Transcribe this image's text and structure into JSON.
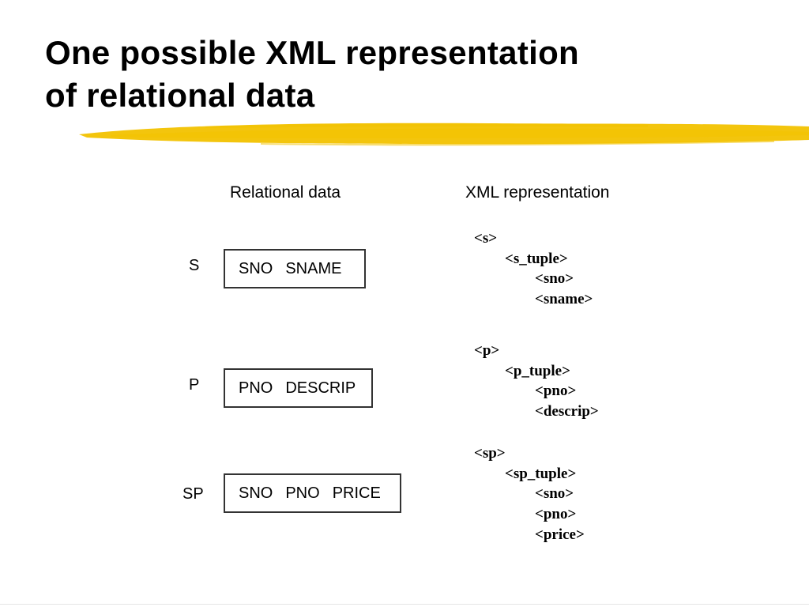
{
  "title": {
    "line1": "One possible XML representation",
    "line2": "of relational data"
  },
  "accent_color": "#F2C200",
  "headers": {
    "relational": "Relational data",
    "xml": "XML representation"
  },
  "relations": [
    {
      "name": "S",
      "attributes": [
        "SNO",
        "SNAME"
      ]
    },
    {
      "name": "P",
      "attributes": [
        "PNO",
        "DESCRIP"
      ]
    },
    {
      "name": "SP",
      "attributes": [
        "SNO",
        "PNO",
        "PRICE"
      ]
    }
  ],
  "xml_blocks": [
    {
      "lines": [
        "<s>",
        "<s_tuple>",
        "<sno>",
        "<sname>"
      ]
    },
    {
      "lines": [
        "<p>",
        "<p_tuple>",
        "<pno>",
        "<descrip>"
      ]
    },
    {
      "lines": [
        "<sp>",
        "<sp_tuple>",
        "<sno>",
        "<pno>",
        "<price>"
      ]
    }
  ]
}
